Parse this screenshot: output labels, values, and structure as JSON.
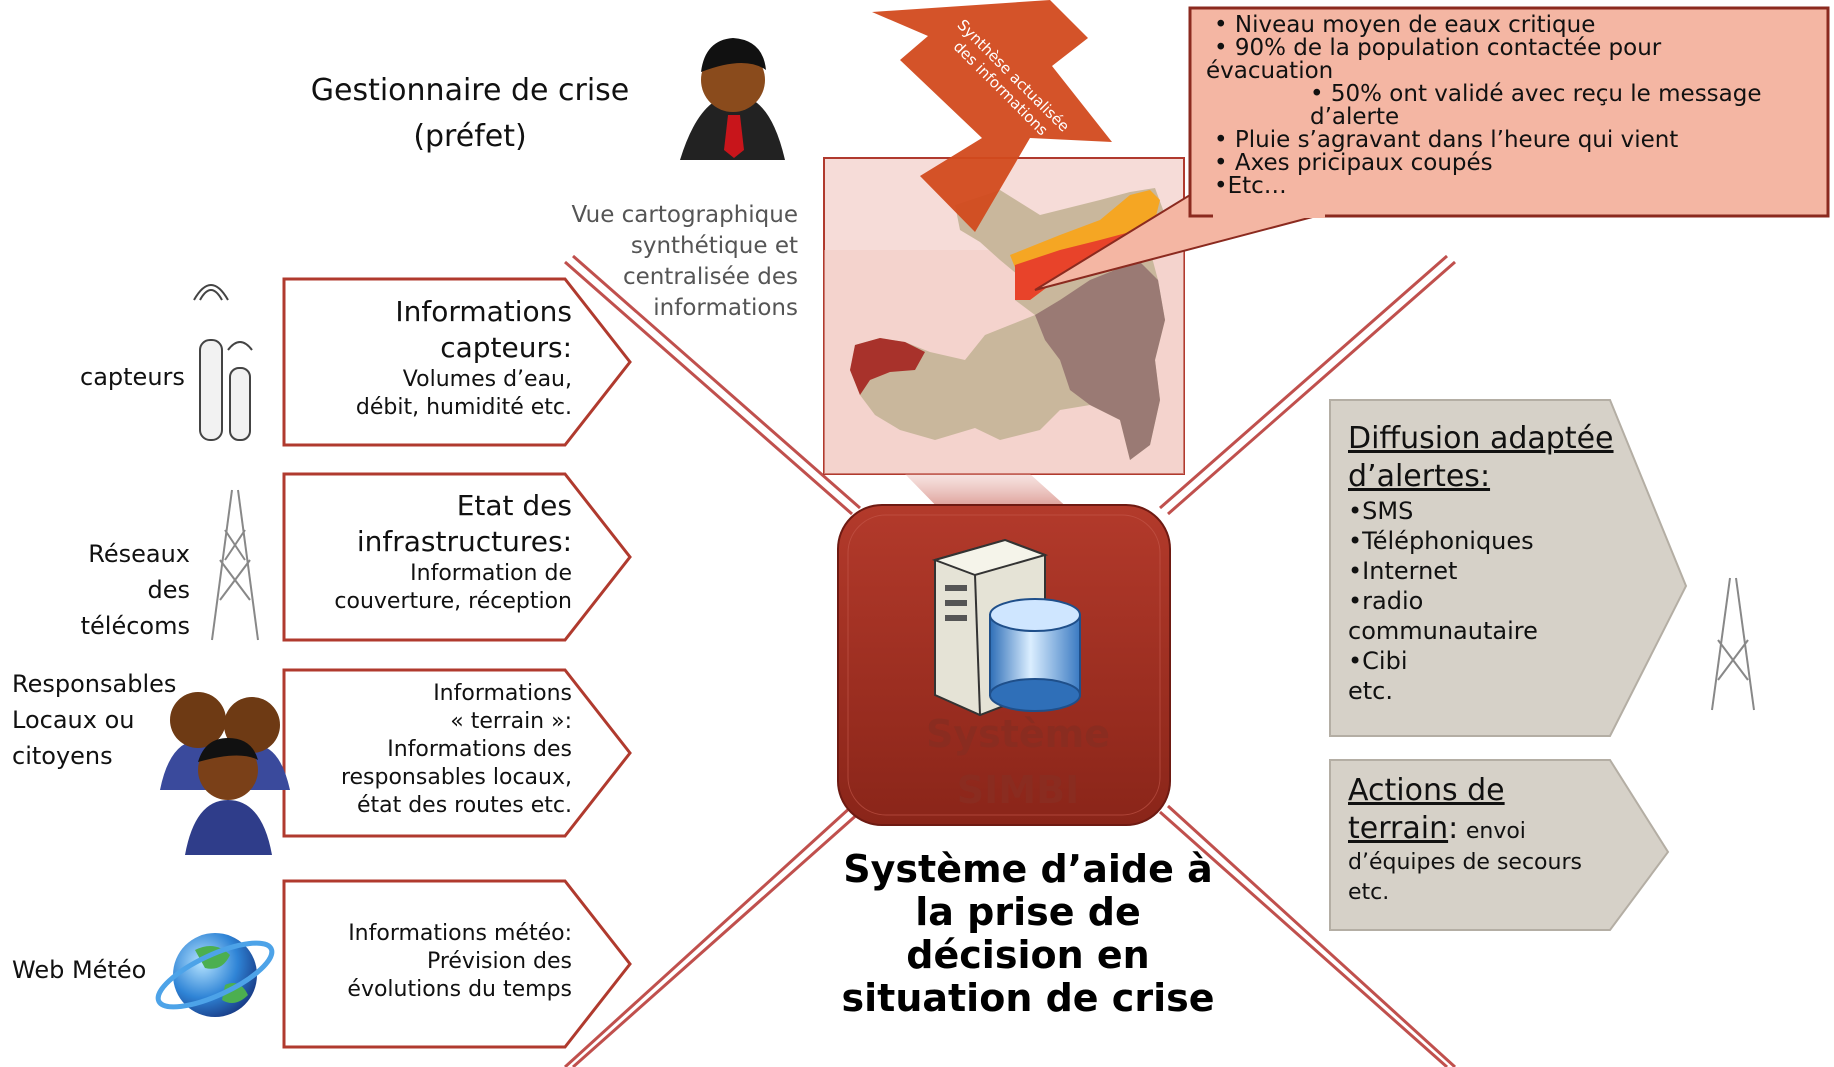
{
  "manager": {
    "line1": "Gestionnaire de crise",
    "line2": "(préfet)"
  },
  "map_caption": {
    "lines": [
      "Vue cartographique",
      "synthétique et",
      "centralisée des",
      "informations"
    ]
  },
  "arrow_label": "Synthèse actualisée des informations",
  "callout": {
    "lines": [
      "• Niveau moyen de eaux critique",
      "• 90% de la population contactée pour",
      "évacuation",
      "• 50% ont validé avec reçu le message",
      "d’alerte",
      "• Pluie s’agravant dans l’heure qui vient",
      "• Axes pricipaux coupés",
      "•Etc…"
    ]
  },
  "sources": [
    {
      "label": "capteurs",
      "title_lines": [
        "Informations",
        "capteurs:"
      ],
      "body_lines": [
        "Volumes d’eau,",
        "débit, humidité etc."
      ]
    },
    {
      "label_lines": [
        "Réseaux des",
        "télécoms"
      ],
      "title_lines": [
        "Etat des",
        "infrastructures:"
      ],
      "body_lines": [
        "Information de",
        "couverture, réception"
      ]
    },
    {
      "label_lines": [
        "Responsables",
        "Locaux ou",
        "citoyens"
      ],
      "body_lines": [
        "Informations",
        "« terrain »:",
        "Informations des",
        "responsables locaux,",
        "état des routes etc."
      ]
    },
    {
      "label": "Web Météo",
      "body_lines": [
        "Informations météo:",
        "Prévision des",
        "évolutions du temps"
      ]
    }
  ],
  "system": {
    "line1": "Système",
    "line2": "SIMBI"
  },
  "center_title": {
    "lines": [
      "Système d’aide à",
      "la prise de",
      "décision en",
      "situation de crise"
    ]
  },
  "outputs": {
    "diffusion": {
      "title_lines": [
        "Diffusion adaptée",
        "d’alertes:"
      ],
      "items": [
        "•SMS",
        "•Téléphoniques",
        "•Internet",
        "•radio",
        "communautaire",
        "•Cibi",
        "etc."
      ]
    },
    "actions": {
      "title_lines": [
        "Actions de",
        "terrain"
      ],
      "colon": ":",
      "inline": "envoi",
      "body_lines": [
        "d’équipes de secours",
        "etc."
      ]
    }
  },
  "colors": {
    "border": "#b03a2e",
    "callout_fill": "#f4b6a3",
    "system_fill": "#9a2d22",
    "arrow": "#d24a1e",
    "gray_box": "#d6d1c8"
  }
}
